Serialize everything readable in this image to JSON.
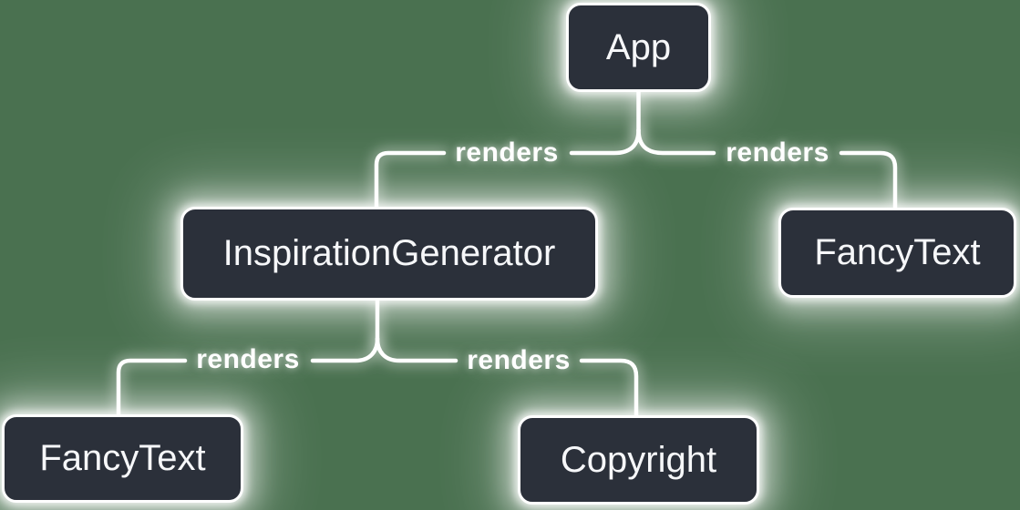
{
  "diagram": {
    "type": "component-render-tree",
    "background_color": "#4A7150",
    "node_fill_color": "#2B303A",
    "node_border_color": "#FFFFFF",
    "node_text_color": "#F6F7F9",
    "edge_color": "#FFFFFF",
    "edge_label_color": "#FFFFFF",
    "nodes": [
      {
        "id": "app",
        "label": "App"
      },
      {
        "id": "inspiration-generator",
        "label": "InspirationGenerator"
      },
      {
        "id": "fancy-text-top",
        "label": "FancyText"
      },
      {
        "id": "fancy-text-bottom",
        "label": "FancyText"
      },
      {
        "id": "copyright",
        "label": "Copyright"
      }
    ],
    "edges": [
      {
        "from": "App",
        "to": "InspirationGenerator",
        "label": "renders"
      },
      {
        "from": "App",
        "to": "FancyText",
        "label": "renders"
      },
      {
        "from": "InspirationGenerator",
        "to": "FancyText",
        "label": "renders"
      },
      {
        "from": "InspirationGenerator",
        "to": "Copyright",
        "label": "renders"
      }
    ]
  }
}
